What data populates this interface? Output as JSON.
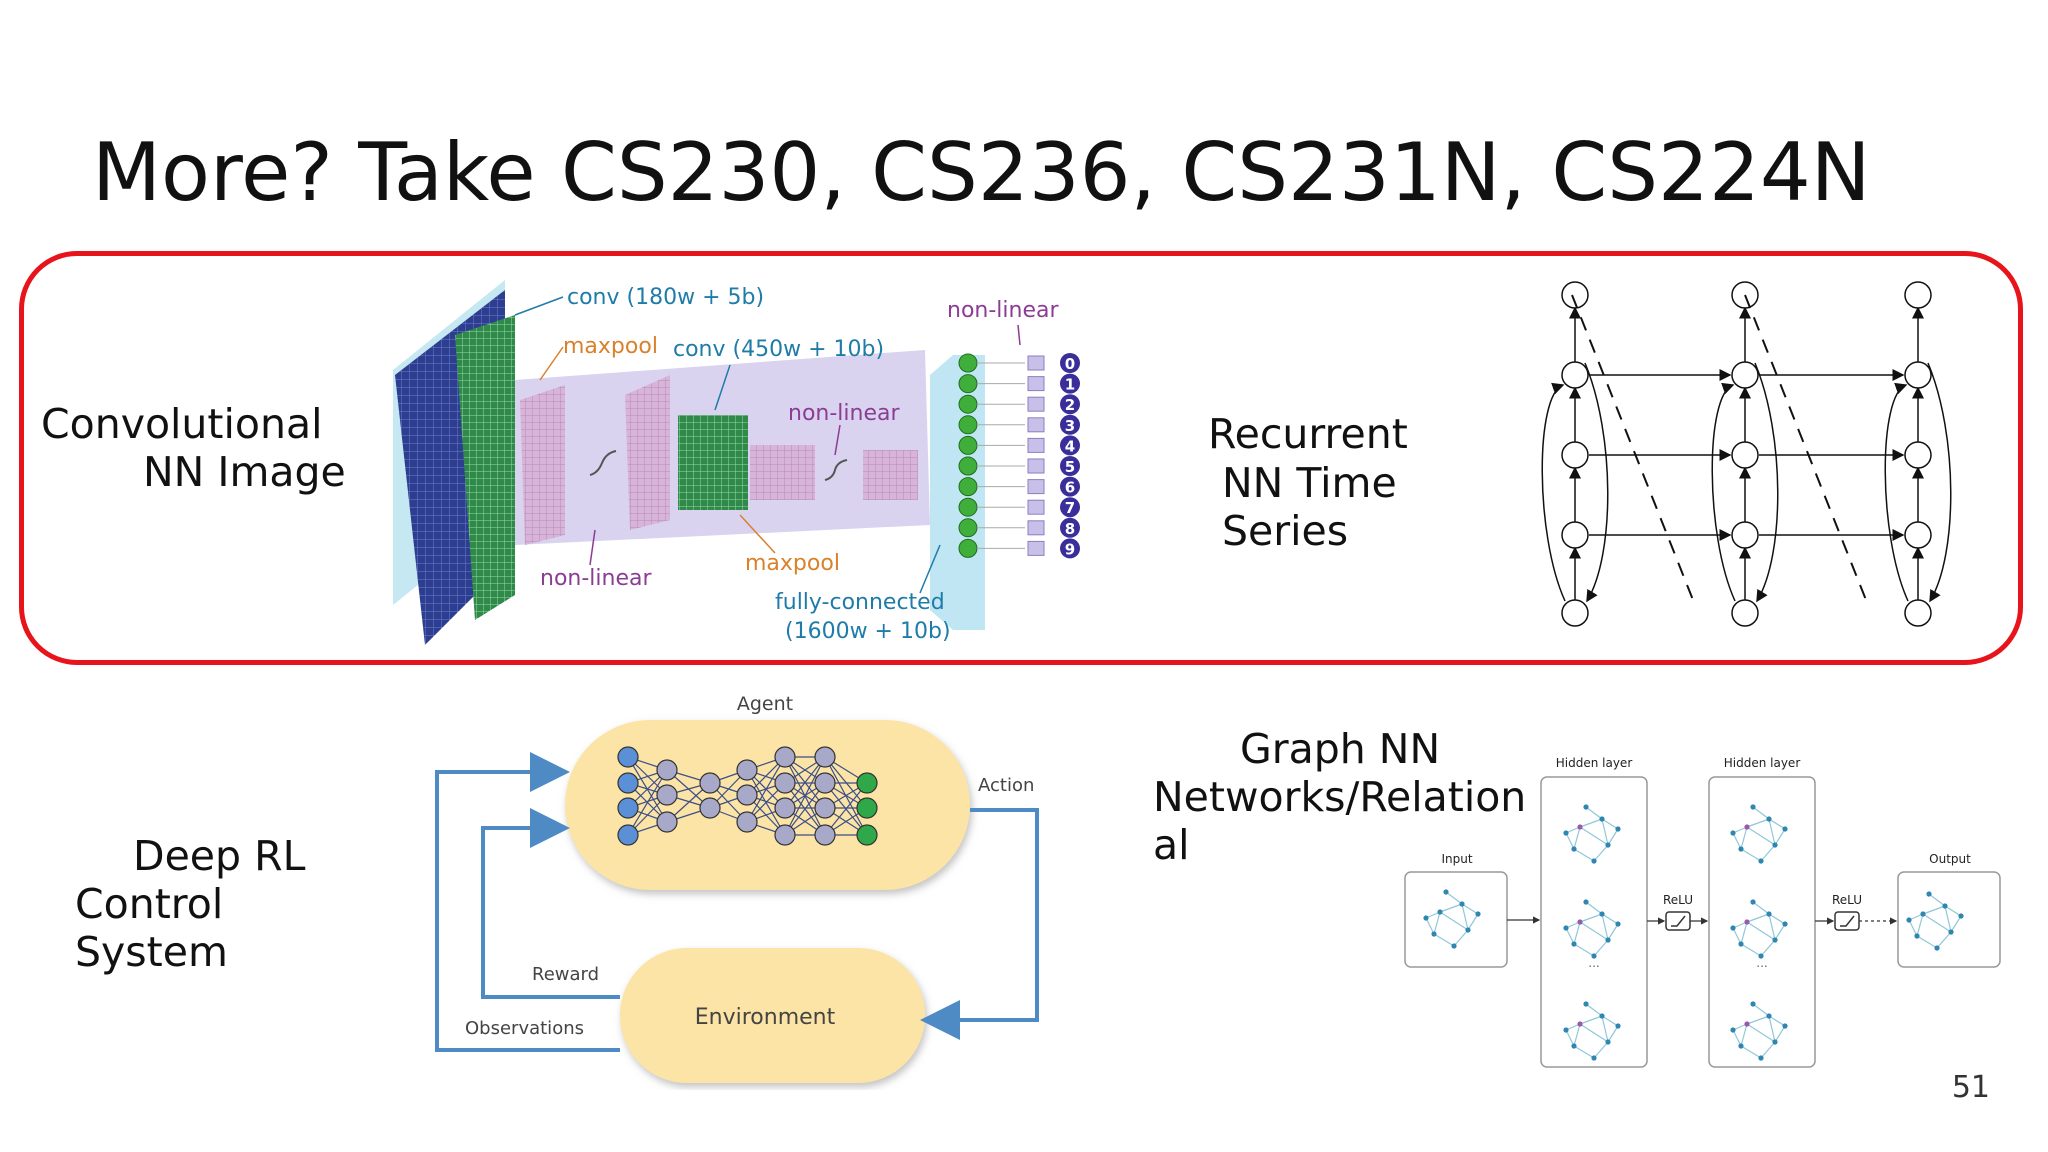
{
  "slide": {
    "title": "More? Take CS230, CS236, CS231N, CS224N",
    "page_number": "51",
    "highlight_color": "#e8141b"
  },
  "cnn": {
    "label_line1": "Convolutional",
    "label_line2": "NN Image",
    "annotations": {
      "conv1": "conv (180w + 5b)",
      "maxpool1": "maxpool",
      "conv2": "conv (450w + 10b)",
      "nonlinear_top": "non-linear",
      "nonlinear_mid": "non-linear",
      "nonlinear_bottom": "non-linear",
      "maxpool2": "maxpool",
      "fc_line1": "fully-connected",
      "fc_line2": "(1600w + 10b)"
    },
    "outputs": [
      "0",
      "1",
      "2",
      "3",
      "4",
      "5",
      "6",
      "7",
      "8",
      "9"
    ]
  },
  "rnn": {
    "label_line1": "Recurrent",
    "label_line2": "NN Time",
    "label_line3": "Series"
  },
  "drl": {
    "label_line1": "Deep RL",
    "label_line2": "Control",
    "label_line3": "System",
    "agent": "Agent",
    "action": "Action",
    "reward": "Reward",
    "observations": "Observations",
    "environment": "Environment"
  },
  "gnn": {
    "label_line1": "Graph NN",
    "label_line2": "Networks/Relation",
    "label_line3": "al",
    "input": "Input",
    "hidden1": "Hidden layer",
    "hidden2": "Hidden layer",
    "relu1": "ReLU",
    "relu2": "ReLU",
    "output": "Output",
    "ellipsis1": "...",
    "ellipsis2": "..."
  }
}
